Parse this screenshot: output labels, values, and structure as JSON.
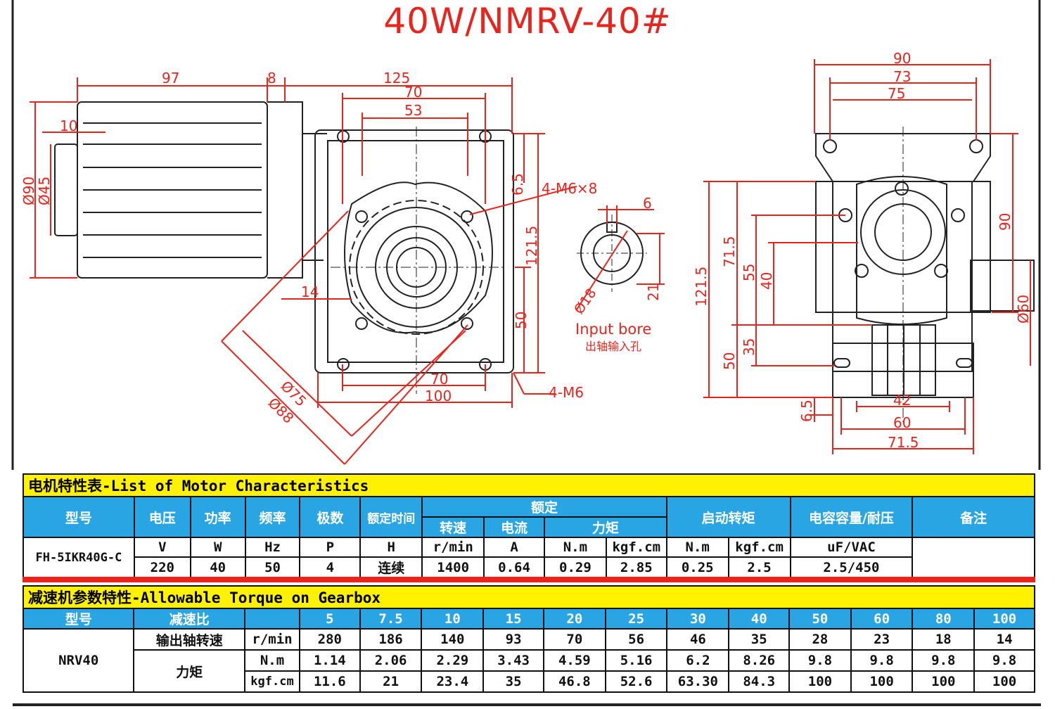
{
  "title": "40W/NMRV-40#",
  "drawing": {
    "front": {
      "dims": {
        "d97": "97",
        "d8": "8",
        "d125": "125",
        "d70_top": "70",
        "d53": "53",
        "d10": "10",
        "d90": "Ø90",
        "d45": "Ø45",
        "d6_5": "6.5",
        "hole_note": "4-M6×8",
        "d121_5": "121.5",
        "d14": "14",
        "d50": "50",
        "d75": "Ø75",
        "d88": "Ø88",
        "d70_bottom": "70",
        "d100": "100",
        "foot_note": "4-M6"
      }
    },
    "bore": {
      "d6": "6",
      "d18": "Ø18",
      "d21": "21",
      "label_en": "Input bore",
      "label_cn": "出轴输入孔"
    },
    "side": {
      "dims": {
        "d90_top": "90",
        "d73": "73",
        "d75": "75",
        "d90_right": "90",
        "d60_right": "Ø60",
        "d121_5": "121.5",
        "d71_5_left": "71.5",
        "d55": "55",
        "d40": "40",
        "d35": "35",
        "d50": "50",
        "d6_5": "6.5",
        "d42": "42",
        "d60_bottom": "60",
        "d71_5_bottom": "71.5"
      }
    }
  },
  "motor_table": {
    "title": "电机特性表-List of Motor Characteristics",
    "headers": {
      "model": "型号",
      "voltage": "电压",
      "power": "功率",
      "frequency": "频率",
      "poles": "极数",
      "rated_time": "额定时间",
      "rated": "额定",
      "speed": "转速",
      "current": "电流",
      "torque": "力矩",
      "start_torque": "启动转矩",
      "capacitor": "电容容量/耐压",
      "remarks": "备注"
    },
    "units": [
      "V",
      "W",
      "Hz",
      "P",
      "H",
      "r/min",
      "A",
      "N.m",
      "kgf.cm",
      "N.m",
      "kgf.cm",
      "uF/VAC"
    ],
    "model": "FH-5IKR40G-C",
    "values": [
      "220",
      "40",
      "50",
      "4",
      "连续",
      "1400",
      "0.64",
      "0.29",
      "2.85",
      "0.25",
      "2.5",
      "2.5/450"
    ]
  },
  "gearbox_table": {
    "title": "减速机参数特性-Allowable Torque on Gearbox",
    "header_model": "型号",
    "header_ratio": "减速比",
    "ratios": [
      "5",
      "7.5",
      "10",
      "15",
      "20",
      "25",
      "30",
      "40",
      "50",
      "60",
      "80",
      "100"
    ],
    "model": "NRV40",
    "speed_label": "输出轴转速",
    "speed_unit": "r/min",
    "speeds": [
      "280",
      "186",
      "140",
      "93",
      "70",
      "56",
      "46",
      "35",
      "28",
      "23",
      "18",
      "14"
    ],
    "torque_label": "力矩",
    "torque_unit_nm": "N.m",
    "torque_nm": [
      "1.14",
      "2.06",
      "2.29",
      "3.43",
      "4.59",
      "5.16",
      "6.2",
      "8.26",
      "9.8",
      "9.8",
      "9.8",
      "9.8"
    ],
    "torque_unit_kgf": "kgf.cm",
    "torque_kgf": [
      "11.6",
      "21",
      "23.4",
      "35",
      "46.8",
      "52.6",
      "63.30",
      "84.3",
      "100",
      "100",
      "100",
      "100"
    ]
  },
  "colors": {
    "dimension": "#e8241c",
    "header_blue": "#2aa5e4",
    "header_yellow": "#fff200",
    "separator_red": "#e8241c",
    "frame": "#222222"
  }
}
